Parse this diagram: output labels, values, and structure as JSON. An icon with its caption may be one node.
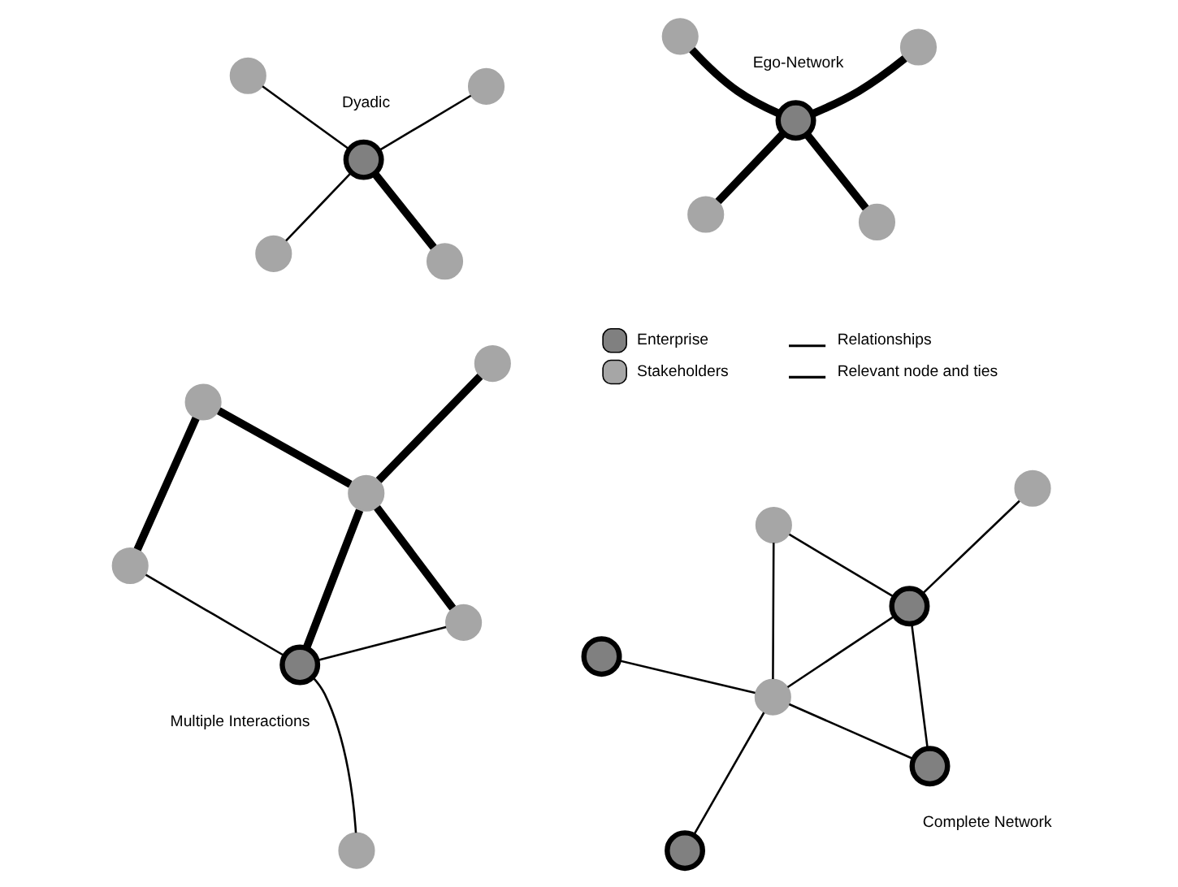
{
  "diagram": {
    "nodes": [
      {
        "text": [],
        "shape": "circle"
      },
      {
        "text": [],
        "shape": "circle"
      },
      {
        "text": [],
        "shape": "circle",
        "beside": [
          "Dyadic"
        ]
      },
      {
        "text": [],
        "shape": "circle"
      },
      {
        "text": [],
        "shape": "circle"
      },
      {
        "text": [],
        "shape": "circle"
      },
      {
        "text": [],
        "shape": "circle"
      },
      {
        "text": [],
        "shape": "circle",
        "beside": [
          "Ego-Network"
        ]
      },
      {
        "text": [],
        "shape": "circle"
      },
      {
        "text": [],
        "shape": "circle"
      },
      {
        "text": [],
        "shape": "circle"
      },
      {
        "text": [],
        "shape": "circle"
      },
      {
        "text": [],
        "shape": "circle"
      },
      {
        "text": [],
        "shape": "circle"
      },
      {
        "text": [],
        "shape": "circle",
        "beside": [
          "Multiple Interactions"
        ]
      },
      {
        "text": [],
        "shape": "circle"
      },
      {
        "text": [],
        "shape": "circle"
      },
      {
        "text": [],
        "shape": "circle"
      },
      {
        "text": [],
        "shape": "circle"
      },
      {
        "text": [],
        "shape": "circle"
      },
      {
        "text": [],
        "shape": "circle"
      },
      {
        "text": [],
        "shape": "circle"
      },
      {
        "text": [],
        "shape": "circle"
      },
      {
        "text": [],
        "shape": "circle",
        "beside": [
          "Complete Network"
        ]
      }
    ],
    "edges": [
      {
        "from": 2,
        "to": 1,
        "arrow": "none",
        "style": "thick"
      },
      {
        "from": 2,
        "to": 0,
        "arrow": "none"
      },
      {
        "from": 2,
        "to": 3,
        "arrow": "none"
      },
      {
        "from": 2,
        "to": 4,
        "arrow": "none"
      },
      {
        "from": 7,
        "to": 5,
        "arrow": "none",
        "style": "thick"
      },
      {
        "from": 7,
        "to": 6,
        "arrow": "none",
        "style": "thick"
      },
      {
        "from": 7,
        "to": 8,
        "arrow": "none",
        "style": "thick"
      },
      {
        "from": 7,
        "to": 9,
        "arrow": "none",
        "style": "thick"
      },
      {
        "from": 11,
        "to": 13,
        "arrow": "none",
        "style": "thick"
      },
      {
        "from": 10,
        "to": 13,
        "arrow": "none",
        "style": "thick"
      },
      {
        "from": 10,
        "to": 12,
        "arrow": "none",
        "style": "thick"
      },
      {
        "from": 12,
        "to": 14,
        "arrow": "none"
      },
      {
        "from": 13,
        "to": 14,
        "arrow": "none",
        "style": "thick"
      },
      {
        "from": 14,
        "to": 15,
        "arrow": "none"
      },
      {
        "from": 13,
        "to": 16,
        "arrow": "none",
        "style": "thick"
      },
      {
        "from": 16,
        "to": 14,
        "arrow": "none"
      },
      {
        "from": 18,
        "to": 20,
        "arrow": "none"
      },
      {
        "from": 17,
        "to": 20,
        "arrow": "none"
      },
      {
        "from": 17,
        "to": 21,
        "arrow": "none"
      },
      {
        "from": 19,
        "to": 21,
        "arrow": "none"
      },
      {
        "from": 20,
        "to": 21,
        "arrow": "none"
      },
      {
        "from": 21,
        "to": 22,
        "arrow": "none"
      },
      {
        "from": 20,
        "to": 23,
        "arrow": "none"
      },
      {
        "from": 23,
        "to": 21,
        "arrow": "none"
      }
    ],
    "legend": [
      {
        "text": "Enterprise",
        "color": "#808080"
      },
      {
        "text": "Relationships"
      },
      {
        "text": "Stakeholders",
        "color": "#a6a6a6"
      },
      {
        "text": "Relevant node and ties"
      }
    ]
  }
}
